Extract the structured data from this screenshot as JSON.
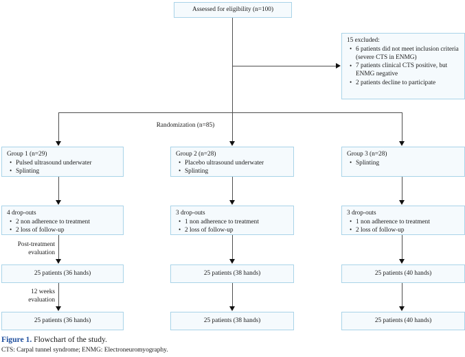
{
  "figure": {
    "header_box": {
      "text": "Assessed for eligibility (n=100)"
    },
    "excluded_box": {
      "title": "15 excluded:",
      "items": [
        "6 patients did not meet inclusion criteria (severe CTS in ENMG)",
        "7 patients clinical CTS positive, but ENMG negative",
        "2 patients decline to participate"
      ]
    },
    "randomization_label": "Randomization (n=85)",
    "stage_labels": {
      "post_treatment": "Post-treatment\nevaluation",
      "twelve_weeks": "12 weeks\nevaluation"
    },
    "columns": [
      {
        "group": {
          "title": "Group 1 (n=29)",
          "items": [
            "Pulsed ultrasound underwater",
            "Splinting"
          ]
        },
        "dropouts": {
          "title": "4 drop-outs",
          "items": [
            "2 non adherence to treatment",
            "2 loss of follow-up"
          ]
        },
        "post_treatment": "25 patients (36 hands)",
        "final": "25 patients (36 hands)"
      },
      {
        "group": {
          "title": "Group 2 (n=28)",
          "items": [
            "Placebo ultrasound underwater",
            "Splinting"
          ]
        },
        "dropouts": {
          "title": "3 drop-outs",
          "items": [
            "1 non adherence to treatment",
            "2 loss of follow-up"
          ]
        },
        "post_treatment": "25 patients (38 hands)",
        "final": "25 patients (38 hands)"
      },
      {
        "group": {
          "title": "Group 3 (n=28)",
          "items": [
            "Splinting"
          ]
        },
        "dropouts": {
          "title": "3 drop-outs",
          "items": [
            "1 non adherence to treatment",
            "2 loss of follow-up"
          ]
        },
        "post_treatment": "25 patients (40 hands)",
        "final": "25 patients (40 hands)"
      }
    ],
    "caption": {
      "number": "Figure 1.",
      "text": " Flowchart of the study.",
      "abbreviations": "CTS: Carpal tunnel syndrome; ENMG: Electroneuromyography."
    },
    "colors": {
      "box_border": "#a8d3e8",
      "box_fill": "#f5fafd",
      "connector": "#4d4d4d",
      "arrow": "#111111",
      "caption_accent": "#1f4e9c"
    }
  }
}
